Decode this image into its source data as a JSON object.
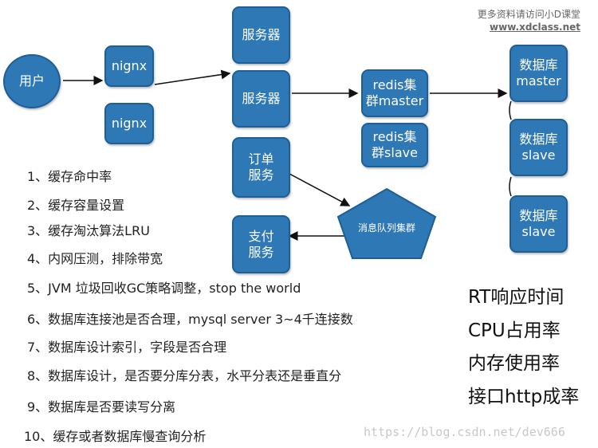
{
  "watermark": {
    "line1": "更多资料请访问小D课堂",
    "line2": "www.xdclass.net"
  },
  "nodes": {
    "user": "用户",
    "nginx1": "nignx",
    "nginx2": "nignx",
    "server1": "服务器",
    "server2": "服务器",
    "order": [
      "订单",
      "服务"
    ],
    "pay": [
      "支付",
      "服务"
    ],
    "mq": "消息队列集群",
    "redis_master": [
      "redis集",
      "群master"
    ],
    "redis_slave": [
      "redis集",
      "群slave"
    ],
    "db_master": [
      "数据库",
      "master"
    ],
    "db_slave1": [
      "数据库",
      "slave"
    ],
    "db_slave2": [
      "数据库",
      "slave"
    ]
  },
  "checklist": [
    "1、缓存命中率",
    "2、缓存容量设置",
    "3、缓存淘汰算法LRU",
    "4、内网压测，排除带宽",
    "5、JVM 垃圾回收GC策略调整，stop the world",
    "6、数据库连接池是否合理，mysql server  3~4千连接数",
    "7、数据库设计索引，字段是否合理",
    "8、数据库设计，是否要分库分表，水平分表还是垂直分",
    "9、数据库是否要读写分离",
    "10、缓存或者数据库慢查询分析"
  ],
  "metrics": [
    "RT响应时间",
    "CPU占用率",
    "内存使用率",
    "接口http成率"
  ],
  "footer": "https://blog.csdn.net/dev666",
  "colors": {
    "node_fill": "#2e78b5",
    "node_border": "#1d5f96",
    "line": "#111111"
  }
}
